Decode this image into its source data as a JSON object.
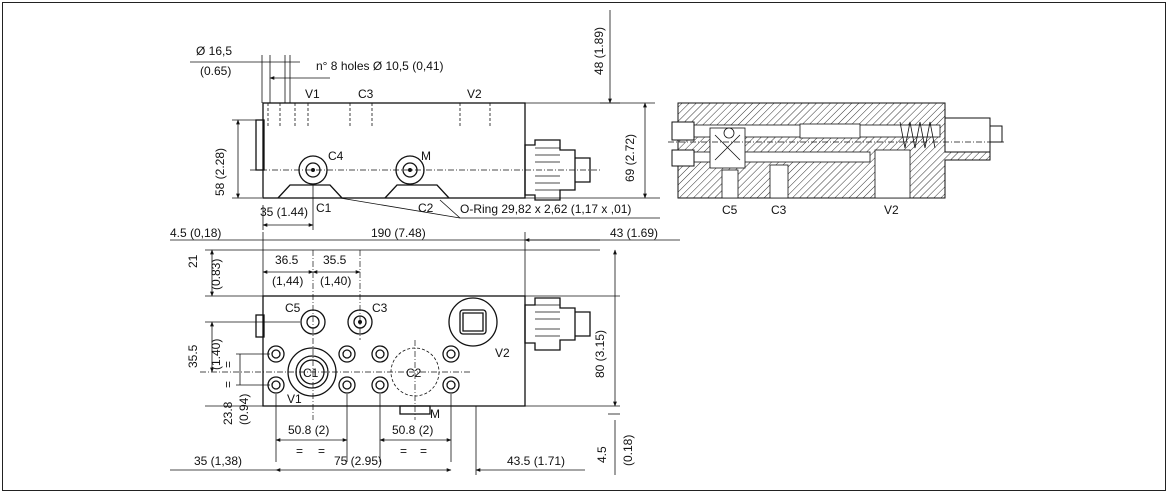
{
  "top_view": {
    "dim_port_dia": "Ø 16,5",
    "dim_port_dia_in": "(0.65)",
    "dim_holes": "n° 8 holes Ø 10,5 (0,41)",
    "label_v1": "V1",
    "label_c3": "C3",
    "label_v2": "V2",
    "label_c4": "C4",
    "label_m": "M",
    "label_c1": "C1",
    "label_c2": "C2",
    "dim_height_58": "58 (2.28)",
    "dim_35": "35 (1.44)",
    "dim_48": "48 (1.89)",
    "dim_69": "69 (2.72)",
    "oring": "O-Ring 29,82 x 2,62 (1,17 x ,01)"
  },
  "section_view": {
    "label_c5": "C5",
    "label_c3": "C3",
    "label_v2": "V2"
  },
  "front_view": {
    "dim_45": "4.5 (0,18)",
    "dim_190": "190 (7.48)",
    "dim_43": "43 (1.69)",
    "dim_21": "21",
    "dim_21_in": "(0.83)",
    "dim_36_5": "36.5",
    "dim_36_5_in": "(1,44)",
    "dim_35_5_top": "35.5",
    "dim_35_5_top_in": "(1,40)",
    "label_c5": "C5",
    "label_c3": "C3",
    "label_v2": "V2",
    "label_c1": "C1",
    "label_c2": "C2",
    "label_v1": "V1",
    "label_m": "M",
    "dim_35_5_side": "35.5",
    "dim_35_5_side_in": "(1.40)",
    "dim_23_8": "23.8",
    "dim_23_8_in": "(0.94)",
    "equal_mark": "=",
    "dim_80": "80 (3.15)",
    "dim_50_8_a": "50.8 (2)",
    "dim_50_8_b": "50.8 (2)",
    "dim_35_bottom": "35 (1,38)",
    "dim_75": "75 (2.95)",
    "dim_43_5": "43.5 (1.71)",
    "dim_4_5": "4.5",
    "dim_4_5_in": "(0.18)"
  }
}
